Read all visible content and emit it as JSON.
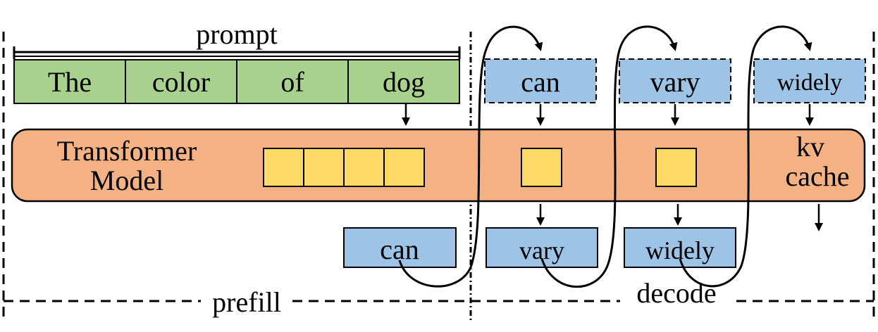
{
  "prompt": {
    "label": "prompt",
    "tokens": [
      "The",
      "color",
      "of",
      "dog"
    ]
  },
  "model": {
    "label_line1": "Transformer",
    "label_line2": "Model",
    "kv_label_line1": "kv",
    "kv_label_line2": "cache"
  },
  "decode_inputs": [
    "can",
    "vary",
    "widely"
  ],
  "outputs": [
    "can",
    "vary",
    "widely"
  ],
  "phases": {
    "prefill": "prefill",
    "decode": "decode"
  },
  "colors": {
    "prompt_fill": "#a9d18e",
    "token_fill": "#9dc3e6",
    "model_fill": "#f4b183",
    "cache_fill": "#ffd966"
  }
}
